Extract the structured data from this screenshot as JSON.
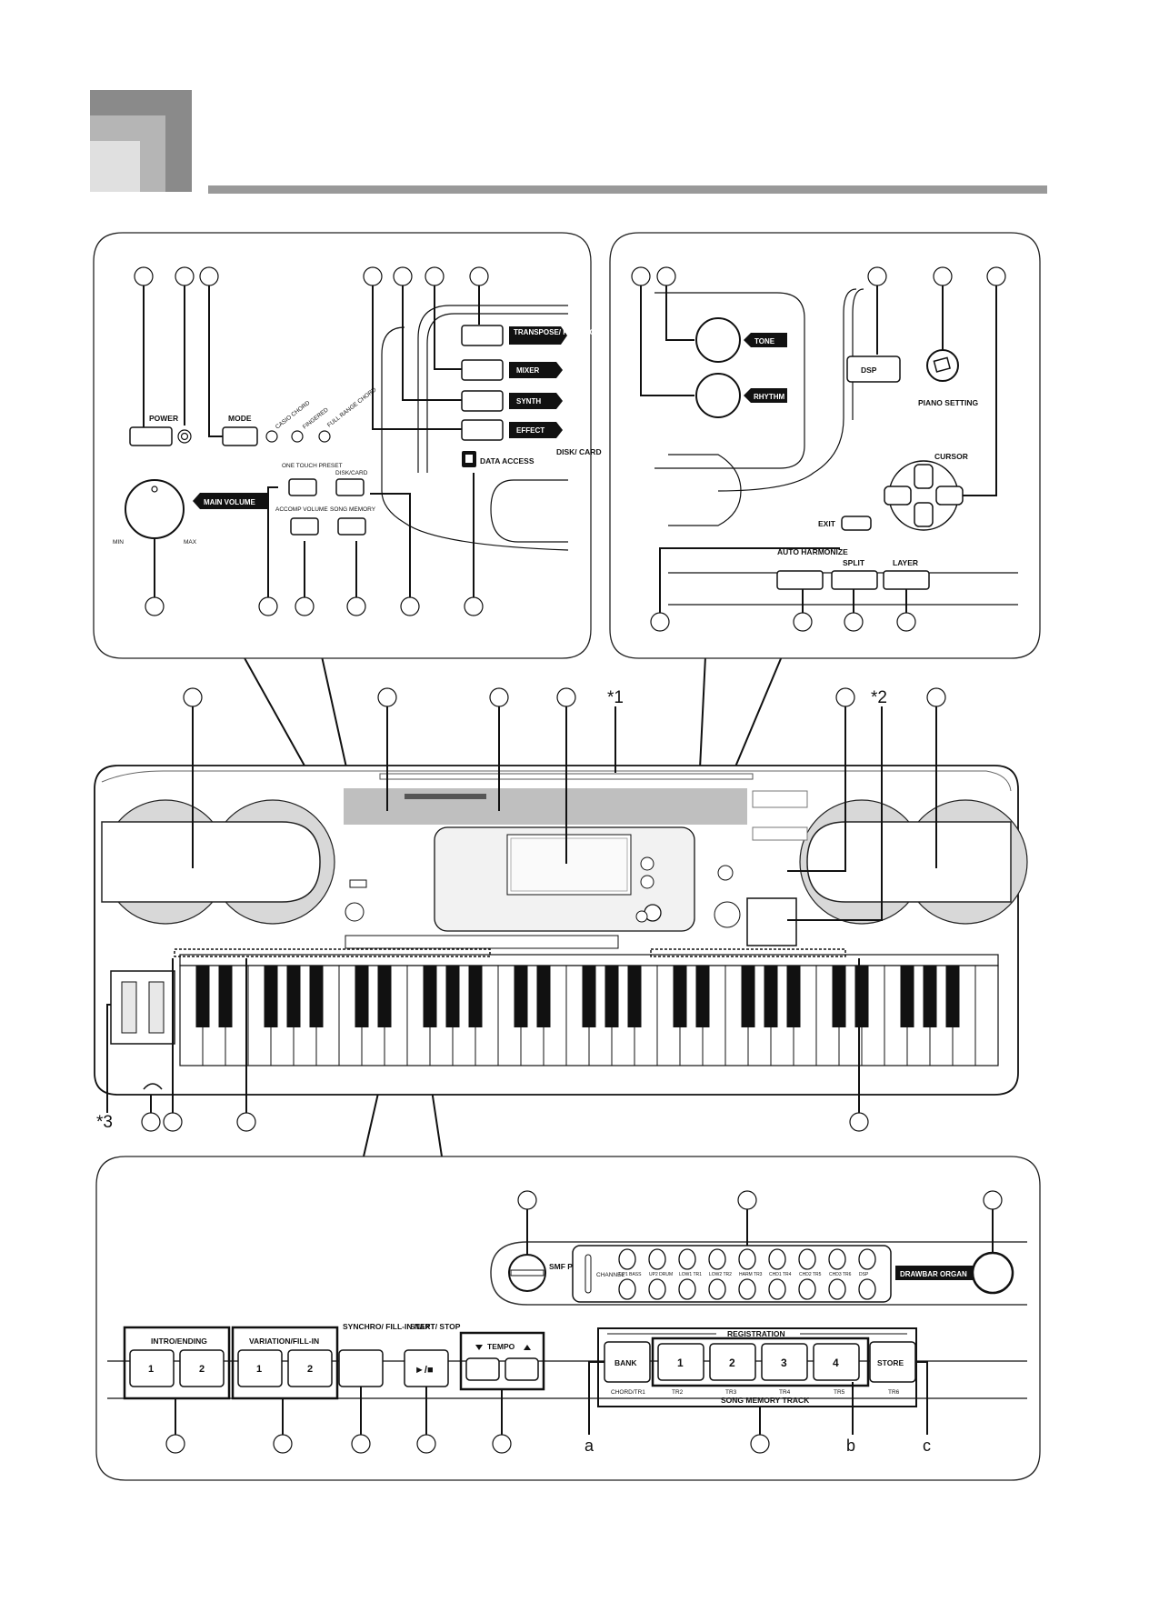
{
  "header": {
    "colors": {
      "dark": "#8a8a8a",
      "mid": "#b5b5b5",
      "light": "#e0e0e0",
      "rule": "#999999"
    }
  },
  "top_left": {
    "power": "POWER",
    "mode": "MODE",
    "mode_options": [
      "CASIO CHORD",
      "FINGERED",
      "FULL RANGE CHORD"
    ],
    "transpose": "TRANSPOSE/ FUNCTION",
    "mixer": "MIXER",
    "synth": "SYNTH",
    "effect": "EFFECT",
    "data_access": "DATA ACCESS",
    "disk_card_label": "DISK/ CARD",
    "main_volume": "MAIN VOLUME",
    "min": "MIN",
    "max": "MAX",
    "one_touch": "ONE TOUCH PRESET",
    "disk_card": "DISK/CARD",
    "accomp_volume": "ACCOMP VOLUME",
    "song_memory": "SONG MEMORY"
  },
  "top_right": {
    "tone": "TONE",
    "rhythm": "RHYTHM",
    "dsp": "DSP",
    "piano_setting": "PIANO SETTING",
    "cursor": "CURSOR",
    "exit": "EXIT",
    "auto_harmonize": "AUTO HARMONIZE",
    "split": "SPLIT",
    "layer": "LAYER"
  },
  "keyboard": {
    "notes": [
      "*1",
      "*2",
      "*3"
    ]
  },
  "bottom": {
    "smf_player": "SMF PLAYER",
    "channel": "CHANNEL",
    "drawbar_organ": "DRAWBAR ORGAN",
    "track_labels": [
      "UP1 BASS",
      "UP2 DRUM",
      "LOW1 TR1",
      "LOW2 TR2",
      "HARM TR3",
      "CHD1 TR4",
      "CHD2 TR5",
      "CHD3 TR6",
      "DSP"
    ],
    "intro_ending": "INTRO/ENDING",
    "variation": "VARIATION/FILL-IN",
    "synchro": "SYNCHRO/ FILL-IN NEXT",
    "start_stop": "START/ STOP",
    "play_stop_symbol": "►/■",
    "tempo": "TEMPO",
    "registration": "REGISTRATION",
    "bank": "BANK",
    "store": "STORE",
    "reg_numbers": [
      "1",
      "2",
      "3",
      "4"
    ],
    "track_bottom": [
      "CHORD/TR1",
      "TR2",
      "TR3",
      "TR4",
      "TR5",
      "TR6"
    ],
    "song_memory_track": "SONG MEMORY TRACK",
    "letters": [
      "a",
      "b",
      "c"
    ],
    "intro_nums": [
      "1",
      "2"
    ],
    "var_nums": [
      "1",
      "2"
    ]
  }
}
